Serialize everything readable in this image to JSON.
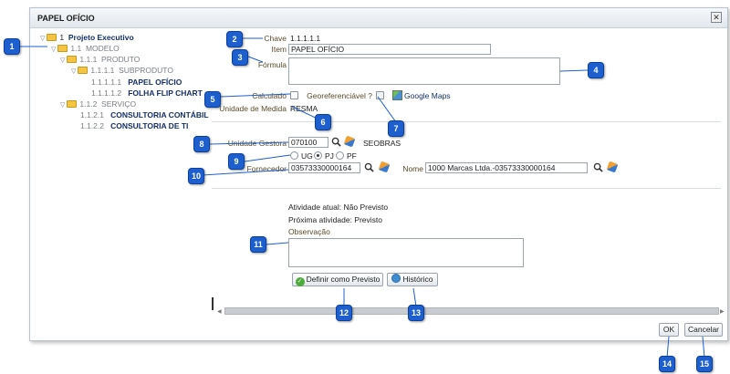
{
  "dialog": {
    "title": "PAPEL OFÍCIO",
    "close": "✕"
  },
  "tree": {
    "root": {
      "code": "1",
      "label": "Projeto Executivo"
    },
    "modelo": {
      "code": "1.1",
      "label": "MODELO"
    },
    "produto": {
      "code": "1.1.1",
      "label": "PRODUTO"
    },
    "subproduto": {
      "code": "1.1.1.1",
      "label": "SUBPRODUTO"
    },
    "papel": {
      "code": "1.1.1.1.1",
      "label": "PAPEL OFÍCIO"
    },
    "folha": {
      "code": "1.1.1.1.2",
      "label": "FOLHA FLIP CHART"
    },
    "servico": {
      "code": "1.1.2",
      "label": "SERVIÇO"
    },
    "contabil": {
      "code": "1.1.2.1",
      "label": "CONSULTORIA CONTÁBIL"
    },
    "ti": {
      "code": "1.1.2.2",
      "label": "CONSULTORIA DE TI"
    }
  },
  "form": {
    "chave_label": "Chave",
    "chave_value": "1.1.1.1.1",
    "item_label": "Item",
    "item_value": "PAPEL OFÍCIO",
    "formula_label": "Fórmula",
    "calculado_label": "Calculado",
    "georef_label": "Georeferenciável ?",
    "google_maps": "Google Maps",
    "unidade_medida_label": "Unidade de Medida",
    "unidade_medida_value": "RESMA",
    "unidade_gestora_label": "Unidade Gestora",
    "unidade_gestora_value": "070100",
    "unidade_gestora_name": "SEOBRAS",
    "radio_ug": "UG",
    "radio_pj": "PJ",
    "radio_pf": "PF",
    "fornecedor_label": "Fornecedor",
    "fornecedor_value": "03573330000164",
    "nome_label": "Nome",
    "nome_value": "1000 Marcas Ltda.-03573330000164",
    "atividade_atual": "Atividade atual: Não Previsto",
    "proxima_atividade": "Próxima atividade: Previsto",
    "observacao_label": "Observação"
  },
  "buttons": {
    "definir": "Definir como Previsto",
    "historico": "Histórico",
    "ok": "OK",
    "cancelar": "Cancelar"
  },
  "badges": [
    "1",
    "2",
    "3",
    "4",
    "5",
    "6",
    "7",
    "8",
    "9",
    "10",
    "11",
    "12",
    "13",
    "14",
    "15"
  ],
  "colors": {
    "badge": "#1d5fcf",
    "tree_blue": "#14306a",
    "folder": "#f5c542"
  }
}
